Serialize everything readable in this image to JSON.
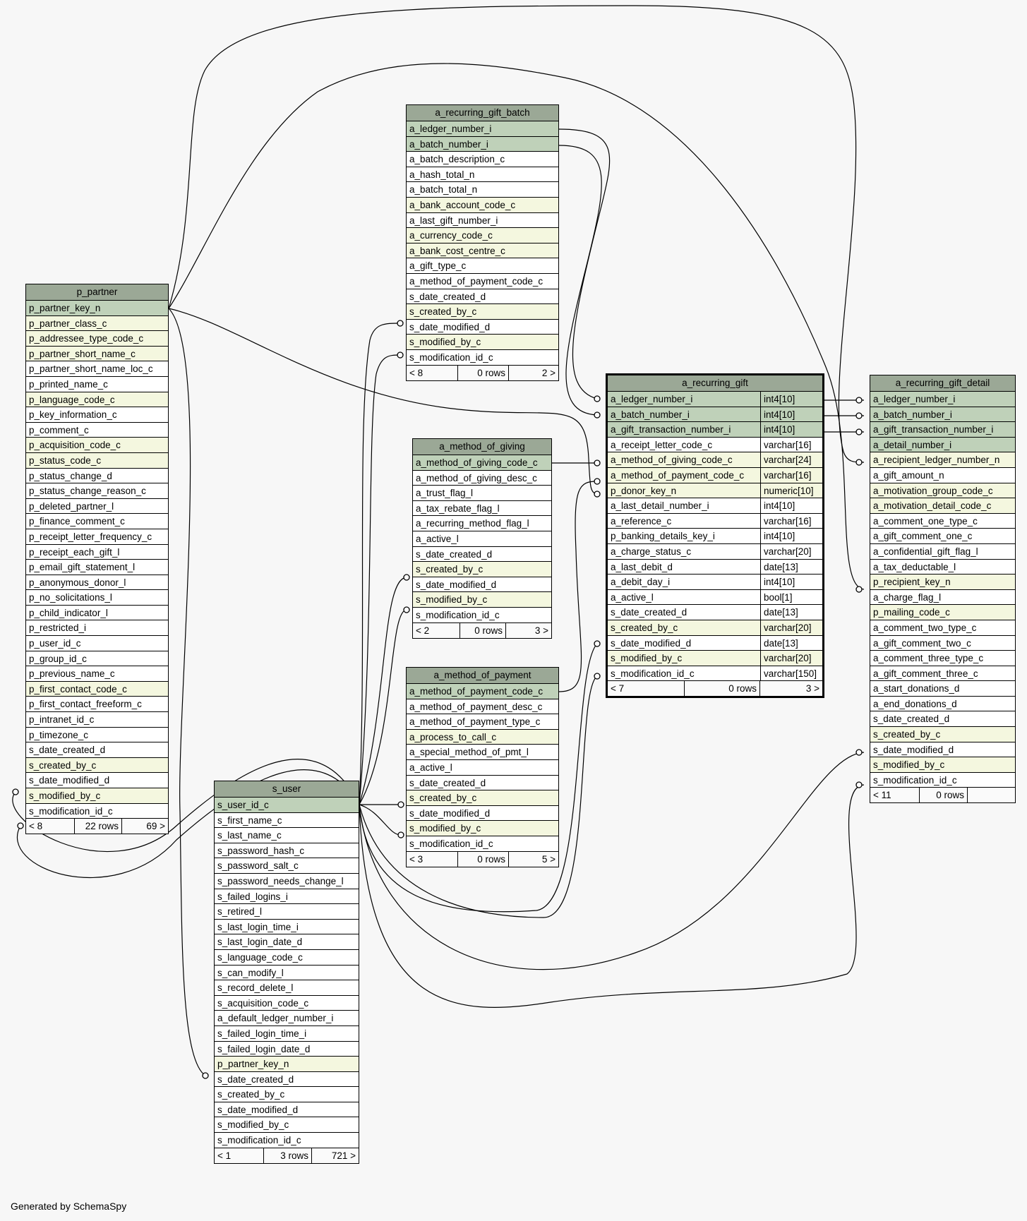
{
  "generated_by": "Generated by SchemaSpy",
  "tables": {
    "p_partner": {
      "title": "p_partner",
      "columns": [
        {
          "name": "p_partner_key_n",
          "kind": "pk"
        },
        {
          "name": "p_partner_class_c",
          "kind": "fk"
        },
        {
          "name": "p_addressee_type_code_c",
          "kind": "fk"
        },
        {
          "name": "p_partner_short_name_c",
          "kind": "fk"
        },
        {
          "name": "p_partner_short_name_loc_c",
          "kind": ""
        },
        {
          "name": "p_printed_name_c",
          "kind": ""
        },
        {
          "name": "p_language_code_c",
          "kind": "fk"
        },
        {
          "name": "p_key_information_c",
          "kind": ""
        },
        {
          "name": "p_comment_c",
          "kind": ""
        },
        {
          "name": "p_acquisition_code_c",
          "kind": "fk"
        },
        {
          "name": "p_status_code_c",
          "kind": "fk"
        },
        {
          "name": "p_status_change_d",
          "kind": ""
        },
        {
          "name": "p_status_change_reason_c",
          "kind": ""
        },
        {
          "name": "p_deleted_partner_l",
          "kind": ""
        },
        {
          "name": "p_finance_comment_c",
          "kind": ""
        },
        {
          "name": "p_receipt_letter_frequency_c",
          "kind": ""
        },
        {
          "name": "p_receipt_each_gift_l",
          "kind": ""
        },
        {
          "name": "p_email_gift_statement_l",
          "kind": ""
        },
        {
          "name": "p_anonymous_donor_l",
          "kind": ""
        },
        {
          "name": "p_no_solicitations_l",
          "kind": ""
        },
        {
          "name": "p_child_indicator_l",
          "kind": ""
        },
        {
          "name": "p_restricted_i",
          "kind": ""
        },
        {
          "name": "p_user_id_c",
          "kind": ""
        },
        {
          "name": "p_group_id_c",
          "kind": ""
        },
        {
          "name": "p_previous_name_c",
          "kind": ""
        },
        {
          "name": "p_first_contact_code_c",
          "kind": "fk"
        },
        {
          "name": "p_first_contact_freeform_c",
          "kind": ""
        },
        {
          "name": "p_intranet_id_c",
          "kind": ""
        },
        {
          "name": "p_timezone_c",
          "kind": ""
        },
        {
          "name": "s_date_created_d",
          "kind": ""
        },
        {
          "name": "s_created_by_c",
          "kind": "fk"
        },
        {
          "name": "s_date_modified_d",
          "kind": ""
        },
        {
          "name": "s_modified_by_c",
          "kind": "fk"
        },
        {
          "name": "s_modification_id_c",
          "kind": ""
        }
      ],
      "footer": [
        "< 8",
        "22 rows",
        "69 >"
      ]
    },
    "s_user": {
      "title": "s_user",
      "columns": [
        {
          "name": "s_user_id_c",
          "kind": "pk"
        },
        {
          "name": "s_first_name_c",
          "kind": ""
        },
        {
          "name": "s_last_name_c",
          "kind": ""
        },
        {
          "name": "s_password_hash_c",
          "kind": ""
        },
        {
          "name": "s_password_salt_c",
          "kind": ""
        },
        {
          "name": "s_password_needs_change_l",
          "kind": ""
        },
        {
          "name": "s_failed_logins_i",
          "kind": ""
        },
        {
          "name": "s_retired_l",
          "kind": ""
        },
        {
          "name": "s_last_login_time_i",
          "kind": ""
        },
        {
          "name": "s_last_login_date_d",
          "kind": ""
        },
        {
          "name": "s_language_code_c",
          "kind": ""
        },
        {
          "name": "s_can_modify_l",
          "kind": ""
        },
        {
          "name": "s_record_delete_l",
          "kind": ""
        },
        {
          "name": "s_acquisition_code_c",
          "kind": ""
        },
        {
          "name": "a_default_ledger_number_i",
          "kind": ""
        },
        {
          "name": "s_failed_login_time_i",
          "kind": ""
        },
        {
          "name": "s_failed_login_date_d",
          "kind": ""
        },
        {
          "name": "p_partner_key_n",
          "kind": "fk"
        },
        {
          "name": "s_date_created_d",
          "kind": ""
        },
        {
          "name": "s_created_by_c",
          "kind": ""
        },
        {
          "name": "s_date_modified_d",
          "kind": ""
        },
        {
          "name": "s_modified_by_c",
          "kind": ""
        },
        {
          "name": "s_modification_id_c",
          "kind": ""
        }
      ],
      "footer": [
        "< 1",
        "3 rows",
        "721 >"
      ]
    },
    "a_recurring_gift_batch": {
      "title": "a_recurring_gift_batch",
      "columns": [
        {
          "name": "a_ledger_number_i",
          "kind": "pk"
        },
        {
          "name": "a_batch_number_i",
          "kind": "pk"
        },
        {
          "name": "a_batch_description_c",
          "kind": ""
        },
        {
          "name": "a_hash_total_n",
          "kind": ""
        },
        {
          "name": "a_batch_total_n",
          "kind": ""
        },
        {
          "name": "a_bank_account_code_c",
          "kind": "fk"
        },
        {
          "name": "a_last_gift_number_i",
          "kind": ""
        },
        {
          "name": "a_currency_code_c",
          "kind": "fk"
        },
        {
          "name": "a_bank_cost_centre_c",
          "kind": "fk"
        },
        {
          "name": "a_gift_type_c",
          "kind": ""
        },
        {
          "name": "a_method_of_payment_code_c",
          "kind": ""
        },
        {
          "name": "s_date_created_d",
          "kind": ""
        },
        {
          "name": "s_created_by_c",
          "kind": "fk"
        },
        {
          "name": "s_date_modified_d",
          "kind": ""
        },
        {
          "name": "s_modified_by_c",
          "kind": "fk"
        },
        {
          "name": "s_modification_id_c",
          "kind": ""
        }
      ],
      "footer": [
        "< 8",
        "0 rows",
        "2 >"
      ]
    },
    "a_method_of_giving": {
      "title": "a_method_of_giving",
      "columns": [
        {
          "name": "a_method_of_giving_code_c",
          "kind": "pk"
        },
        {
          "name": "a_method_of_giving_desc_c",
          "kind": ""
        },
        {
          "name": "a_trust_flag_l",
          "kind": ""
        },
        {
          "name": "a_tax_rebate_flag_l",
          "kind": ""
        },
        {
          "name": "a_recurring_method_flag_l",
          "kind": ""
        },
        {
          "name": "a_active_l",
          "kind": ""
        },
        {
          "name": "s_date_created_d",
          "kind": ""
        },
        {
          "name": "s_created_by_c",
          "kind": "fk"
        },
        {
          "name": "s_date_modified_d",
          "kind": ""
        },
        {
          "name": "s_modified_by_c",
          "kind": "fk"
        },
        {
          "name": "s_modification_id_c",
          "kind": ""
        }
      ],
      "footer": [
        "< 2",
        "0 rows",
        "3 >"
      ]
    },
    "a_method_of_payment": {
      "title": "a_method_of_payment",
      "columns": [
        {
          "name": "a_method_of_payment_code_c",
          "kind": "pk"
        },
        {
          "name": "a_method_of_payment_desc_c",
          "kind": ""
        },
        {
          "name": "a_method_of_payment_type_c",
          "kind": ""
        },
        {
          "name": "a_process_to_call_c",
          "kind": "fk"
        },
        {
          "name": "a_special_method_of_pmt_l",
          "kind": ""
        },
        {
          "name": "a_active_l",
          "kind": ""
        },
        {
          "name": "s_date_created_d",
          "kind": ""
        },
        {
          "name": "s_created_by_c",
          "kind": "fk"
        },
        {
          "name": "s_date_modified_d",
          "kind": ""
        },
        {
          "name": "s_modified_by_c",
          "kind": "fk"
        },
        {
          "name": "s_modification_id_c",
          "kind": ""
        }
      ],
      "footer": [
        "< 3",
        "0 rows",
        "5 >"
      ]
    },
    "a_recurring_gift": {
      "title": "a_recurring_gift",
      "columns": [
        {
          "name": "a_ledger_number_i",
          "type": "int4[10]",
          "kind": "pk"
        },
        {
          "name": "a_batch_number_i",
          "type": "int4[10]",
          "kind": "pk"
        },
        {
          "name": "a_gift_transaction_number_i",
          "type": "int4[10]",
          "kind": "pk"
        },
        {
          "name": "a_receipt_letter_code_c",
          "type": "varchar[16]",
          "kind": ""
        },
        {
          "name": "a_method_of_giving_code_c",
          "type": "varchar[24]",
          "kind": "fk"
        },
        {
          "name": "a_method_of_payment_code_c",
          "type": "varchar[16]",
          "kind": "fk"
        },
        {
          "name": "p_donor_key_n",
          "type": "numeric[10]",
          "kind": "fk"
        },
        {
          "name": "a_last_detail_number_i",
          "type": "int4[10]",
          "kind": ""
        },
        {
          "name": "a_reference_c",
          "type": "varchar[16]",
          "kind": ""
        },
        {
          "name": "p_banking_details_key_i",
          "type": "int4[10]",
          "kind": ""
        },
        {
          "name": "a_charge_status_c",
          "type": "varchar[20]",
          "kind": ""
        },
        {
          "name": "a_last_debit_d",
          "type": "date[13]",
          "kind": ""
        },
        {
          "name": "a_debit_day_i",
          "type": "int4[10]",
          "kind": ""
        },
        {
          "name": "a_active_l",
          "type": "bool[1]",
          "kind": ""
        },
        {
          "name": "s_date_created_d",
          "type": "date[13]",
          "kind": ""
        },
        {
          "name": "s_created_by_c",
          "type": "varchar[20]",
          "kind": "fk"
        },
        {
          "name": "s_date_modified_d",
          "type": "date[13]",
          "kind": ""
        },
        {
          "name": "s_modified_by_c",
          "type": "varchar[20]",
          "kind": "fk"
        },
        {
          "name": "s_modification_id_c",
          "type": "varchar[150]",
          "kind": ""
        }
      ],
      "footer": [
        "< 7",
        "0 rows",
        "3 >"
      ]
    },
    "a_recurring_gift_detail": {
      "title": "a_recurring_gift_detail",
      "columns": [
        {
          "name": "a_ledger_number_i",
          "kind": "pk"
        },
        {
          "name": "a_batch_number_i",
          "kind": "pk"
        },
        {
          "name": "a_gift_transaction_number_i",
          "kind": "pk"
        },
        {
          "name": "a_detail_number_i",
          "kind": "pk"
        },
        {
          "name": "a_recipient_ledger_number_n",
          "kind": "fk"
        },
        {
          "name": "a_gift_amount_n",
          "kind": ""
        },
        {
          "name": "a_motivation_group_code_c",
          "kind": "fk"
        },
        {
          "name": "a_motivation_detail_code_c",
          "kind": "fk"
        },
        {
          "name": "a_comment_one_type_c",
          "kind": ""
        },
        {
          "name": "a_gift_comment_one_c",
          "kind": ""
        },
        {
          "name": "a_confidential_gift_flag_l",
          "kind": ""
        },
        {
          "name": "a_tax_deductable_l",
          "kind": ""
        },
        {
          "name": "p_recipient_key_n",
          "kind": "fk"
        },
        {
          "name": "a_charge_flag_l",
          "kind": ""
        },
        {
          "name": "p_mailing_code_c",
          "kind": "fk"
        },
        {
          "name": "a_comment_two_type_c",
          "kind": ""
        },
        {
          "name": "a_gift_comment_two_c",
          "kind": ""
        },
        {
          "name": "a_comment_three_type_c",
          "kind": ""
        },
        {
          "name": "a_gift_comment_three_c",
          "kind": ""
        },
        {
          "name": "a_start_donations_d",
          "kind": ""
        },
        {
          "name": "a_end_donations_d",
          "kind": ""
        },
        {
          "name": "s_date_created_d",
          "kind": ""
        },
        {
          "name": "s_created_by_c",
          "kind": "fk"
        },
        {
          "name": "s_date_modified_d",
          "kind": ""
        },
        {
          "name": "s_modified_by_c",
          "kind": "fk"
        },
        {
          "name": "s_modification_id_c",
          "kind": ""
        }
      ],
      "footer": [
        "< 11",
        "0 rows",
        ""
      ]
    }
  },
  "relationships": [
    {
      "from": "p_partner.s_created_by_c",
      "to": "s_user.s_user_id_c"
    },
    {
      "from": "p_partner.s_modified_by_c",
      "to": "s_user.s_user_id_c"
    },
    {
      "from": "s_user.p_partner_key_n",
      "to": "p_partner.p_partner_key_n"
    },
    {
      "from": "a_recurring_gift_batch.s_created_by_c",
      "to": "s_user.s_user_id_c"
    },
    {
      "from": "a_recurring_gift_batch.s_modified_by_c",
      "to": "s_user.s_user_id_c"
    },
    {
      "from": "a_method_of_giving.s_created_by_c",
      "to": "s_user.s_user_id_c"
    },
    {
      "from": "a_method_of_giving.s_modified_by_c",
      "to": "s_user.s_user_id_c"
    },
    {
      "from": "a_method_of_payment.s_created_by_c",
      "to": "s_user.s_user_id_c"
    },
    {
      "from": "a_method_of_payment.s_modified_by_c",
      "to": "s_user.s_user_id_c"
    },
    {
      "from": "a_recurring_gift.a_ledger_number_i",
      "to": "a_recurring_gift_batch.a_ledger_number_i"
    },
    {
      "from": "a_recurring_gift.a_batch_number_i",
      "to": "a_recurring_gift_batch.a_batch_number_i"
    },
    {
      "from": "a_recurring_gift.a_method_of_giving_code_c",
      "to": "a_method_of_giving.a_method_of_giving_code_c"
    },
    {
      "from": "a_recurring_gift.a_method_of_payment_code_c",
      "to": "a_method_of_payment.a_method_of_payment_code_c"
    },
    {
      "from": "a_recurring_gift.p_donor_key_n",
      "to": "p_partner.p_partner_key_n"
    },
    {
      "from": "a_recurring_gift.s_created_by_c",
      "to": "s_user.s_user_id_c"
    },
    {
      "from": "a_recurring_gift.s_modified_by_c",
      "to": "s_user.s_user_id_c"
    },
    {
      "from": "a_recurring_gift_detail.a_ledger_number_i",
      "to": "a_recurring_gift.a_ledger_number_i"
    },
    {
      "from": "a_recurring_gift_detail.a_batch_number_i",
      "to": "a_recurring_gift.a_batch_number_i"
    },
    {
      "from": "a_recurring_gift_detail.a_gift_transaction_number_i",
      "to": "a_recurring_gift.a_gift_transaction_number_i"
    },
    {
      "from": "a_recurring_gift_detail.a_recipient_ledger_number_n",
      "to": "p_partner.p_partner_key_n"
    },
    {
      "from": "a_recurring_gift_detail.p_recipient_key_n",
      "to": "p_partner.p_partner_key_n"
    },
    {
      "from": "a_recurring_gift_detail.s_created_by_c",
      "to": "s_user.s_user_id_c"
    },
    {
      "from": "a_recurring_gift_detail.s_modified_by_c",
      "to": "s_user.s_user_id_c"
    }
  ],
  "colors": {
    "title_bg": "#9ba896",
    "pk_bg": "#bfd1b9",
    "fk_bg": "#f4f7df",
    "plain_bg": "#ffffff",
    "background": "#f7f7f7"
  }
}
